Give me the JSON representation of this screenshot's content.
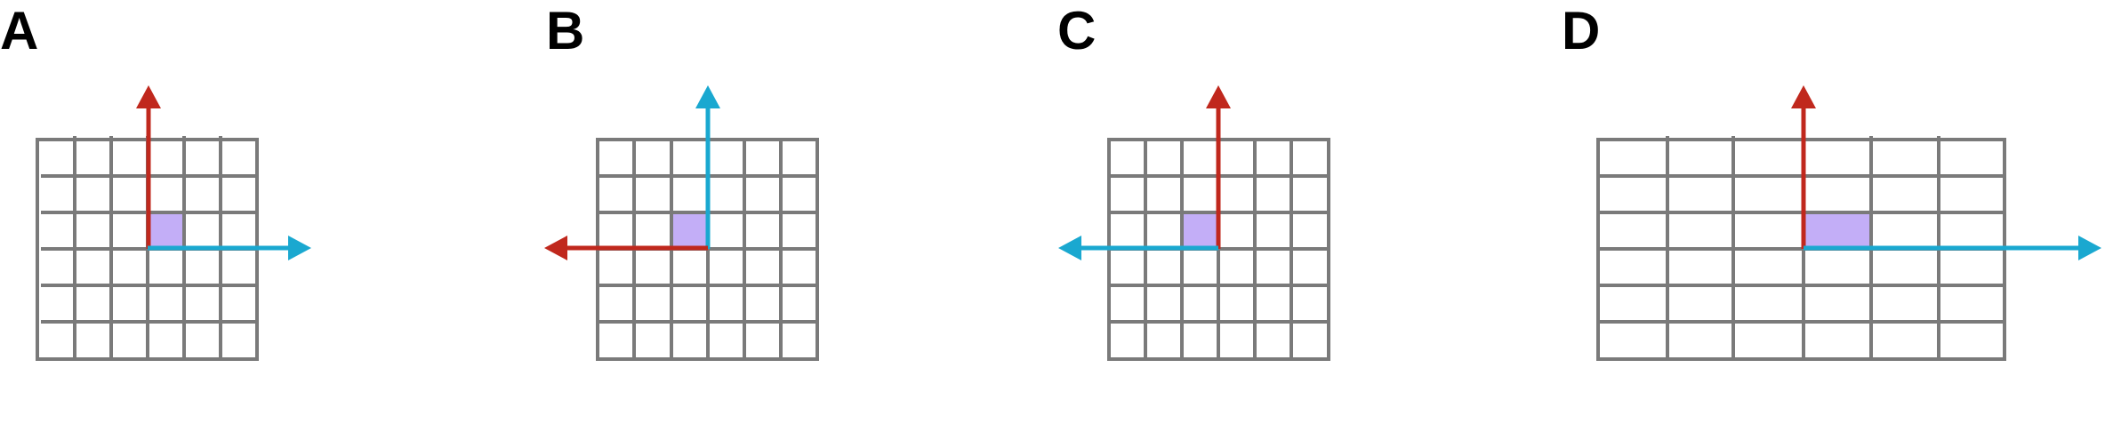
{
  "figure": {
    "colors": {
      "red_vector": "#c0281d",
      "cyan_vector": "#1aa8d0",
      "cell_fill": "#c3aef7",
      "grid": "#7a7a7a"
    },
    "panels": [
      {
        "label": "A",
        "cell_fill": "purple",
        "up_vector": "red",
        "horizontal_vector": "cyan",
        "horizontal_direction": "right"
      },
      {
        "label": "B",
        "cell_fill": "purple",
        "up_vector": "cyan",
        "horizontal_vector": "red",
        "horizontal_direction": "left"
      },
      {
        "label": "C",
        "cell_fill": "purple",
        "up_vector": "red",
        "horizontal_vector": "cyan",
        "horizontal_direction": "left"
      },
      {
        "label": "D",
        "cell_fill": "purple",
        "up_vector": "red",
        "horizontal_vector": "cyan",
        "horizontal_direction": "right"
      }
    ]
  }
}
